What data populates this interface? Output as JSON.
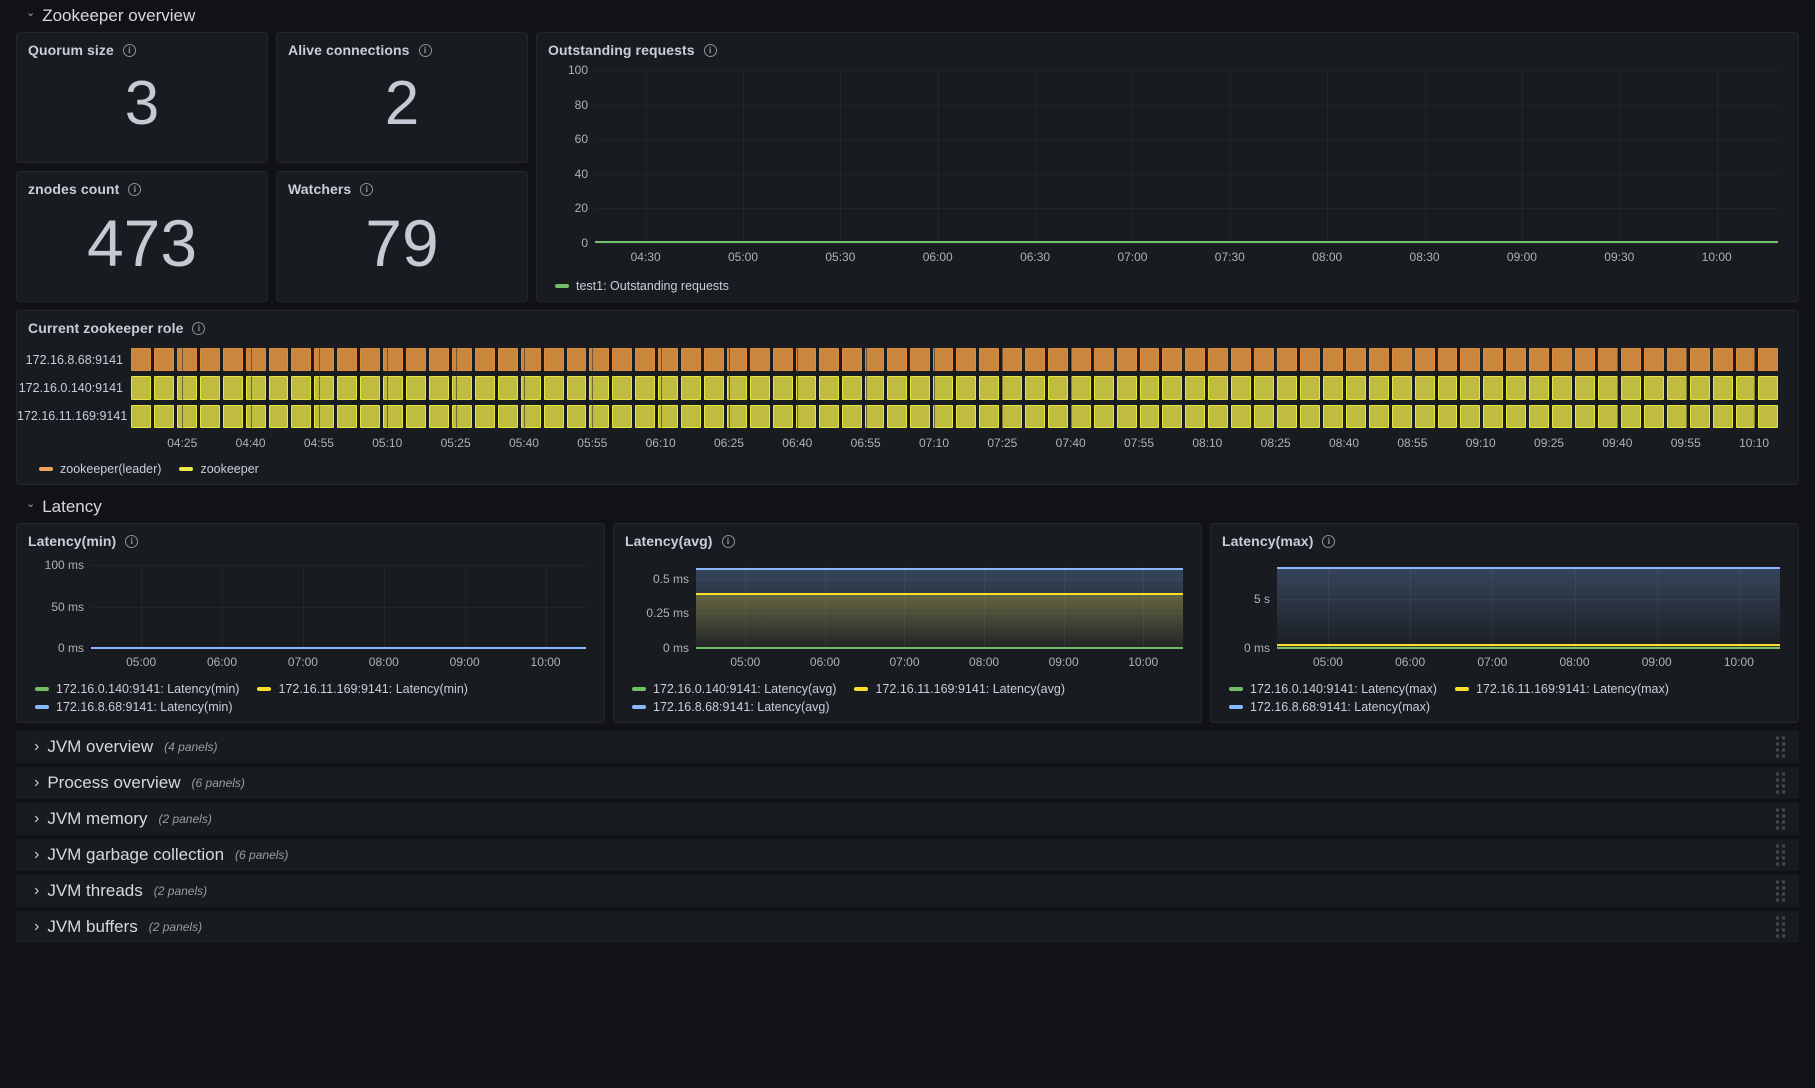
{
  "sections": {
    "zookeeper_overview": {
      "title": "Zookeeper overview",
      "caret": "chevron-down-icon"
    },
    "latency": {
      "title": "Latency",
      "caret": "chevron-down-icon"
    }
  },
  "stats": [
    {
      "title": "Quorum size",
      "value": "3"
    },
    {
      "title": "Alive connections",
      "value": "2"
    },
    {
      "title": "znodes count",
      "value": "473"
    },
    {
      "title": "Watchers",
      "value": "79"
    }
  ],
  "outstanding_requests": {
    "title": "Outstanding requests",
    "legend": [
      {
        "label": "test1: Outstanding requests",
        "color": "#73bf69"
      }
    ]
  },
  "zookeeper_role": {
    "title": "Current zookeeper role",
    "rows": [
      {
        "label": "172.16.8.68:9141",
        "state": "zookeeper(leader)",
        "color": "#c8873c"
      },
      {
        "label": "172.16.0.140:9141",
        "state": "zookeeper",
        "color": "#c0bc3f"
      },
      {
        "label": "172.16.11.169:9141",
        "state": "zookeeper",
        "color": "#c0bc3f"
      }
    ],
    "legend": [
      {
        "label": "zookeeper(leader)",
        "color": "#f2a35c"
      },
      {
        "label": "zookeeper",
        "color": "#eeea4a"
      }
    ],
    "xticks": [
      "04:25",
      "04:40",
      "04:55",
      "05:10",
      "05:25",
      "05:40",
      "05:55",
      "06:10",
      "06:25",
      "06:40",
      "06:55",
      "07:10",
      "07:25",
      "07:40",
      "07:55",
      "08:10",
      "08:25",
      "08:40",
      "08:55",
      "09:10",
      "09:25",
      "09:40",
      "09:55",
      "10:10"
    ]
  },
  "latency_panels": [
    {
      "title": "Latency(min)",
      "legend": [
        {
          "label": "172.16.0.140:9141: Latency(min)",
          "color": "#73bf69"
        },
        {
          "label": "172.16.11.169:9141: Latency(min)",
          "color": "#fade2a"
        },
        {
          "label": "172.16.8.68:9141: Latency(min)",
          "color": "#8ab8ff"
        }
      ]
    },
    {
      "title": "Latency(avg)",
      "legend": [
        {
          "label": "172.16.0.140:9141: Latency(avg)",
          "color": "#73bf69"
        },
        {
          "label": "172.16.11.169:9141: Latency(avg)",
          "color": "#fade2a"
        },
        {
          "label": "172.16.8.68:9141: Latency(avg)",
          "color": "#8ab8ff"
        }
      ]
    },
    {
      "title": "Latency(max)",
      "legend": [
        {
          "label": "172.16.0.140:9141: Latency(max)",
          "color": "#73bf69"
        },
        {
          "label": "172.16.11.169:9141: Latency(max)",
          "color": "#fade2a"
        },
        {
          "label": "172.16.8.68:9141: Latency(max)",
          "color": "#8ab8ff"
        }
      ]
    }
  ],
  "collapsed_rows": [
    {
      "title": "JVM overview",
      "count": "(4 panels)"
    },
    {
      "title": "Process overview",
      "count": "(6 panels)"
    },
    {
      "title": "JVM memory",
      "count": "(2 panels)"
    },
    {
      "title": "JVM garbage collection",
      "count": "(6 panels)"
    },
    {
      "title": "JVM threads",
      "count": "(2 panels)"
    },
    {
      "title": "JVM buffers",
      "count": "(2 panels)"
    }
  ],
  "chart_data": [
    {
      "type": "line",
      "title": "Outstanding requests",
      "xlabel": "",
      "ylabel": "",
      "ylim": [
        0,
        100
      ],
      "yticks": [
        0,
        20,
        40,
        60,
        80,
        100
      ],
      "xticks": [
        "04:30",
        "05:00",
        "05:30",
        "06:00",
        "06:30",
        "07:00",
        "07:30",
        "08:00",
        "08:30",
        "09:00",
        "09:30",
        "10:00"
      ],
      "grid": true,
      "legend_position": "bottom",
      "series": [
        {
          "name": "test1: Outstanding requests",
          "color": "#73bf69",
          "constant_value": 0
        }
      ]
    },
    {
      "type": "heatmap",
      "title": "Current zookeeper role",
      "categories": [
        "172.16.8.68:9141",
        "172.16.0.140:9141",
        "172.16.11.169:9141"
      ],
      "states": [
        "zookeeper(leader)",
        "zookeeper",
        "zookeeper"
      ],
      "xticks": [
        "04:25",
        "04:40",
        "04:55",
        "05:10",
        "05:25",
        "05:40",
        "05:55",
        "06:10",
        "06:25",
        "06:40",
        "06:55",
        "07:10",
        "07:25",
        "07:40",
        "07:55",
        "08:10",
        "08:25",
        "08:40",
        "08:55",
        "09:10",
        "09:25",
        "09:40",
        "09:55",
        "10:10"
      ],
      "legend_position": "bottom"
    },
    {
      "type": "line",
      "title": "Latency(min)",
      "ylim": [
        0,
        100
      ],
      "yticks": [
        "0 ms",
        "50 ms",
        "100 ms"
      ],
      "ytick_values": [
        0,
        50,
        100
      ],
      "xticks": [
        "05:00",
        "06:00",
        "07:00",
        "08:00",
        "09:00",
        "10:00"
      ],
      "grid": true,
      "legend_position": "bottom",
      "series": [
        {
          "name": "172.16.0.140:9141: Latency(min)",
          "color": "#73bf69",
          "constant_value": 0
        },
        {
          "name": "172.16.11.169:9141: Latency(min)",
          "color": "#fade2a",
          "constant_value": 0
        },
        {
          "name": "172.16.8.68:9141: Latency(min)",
          "color": "#8ab8ff",
          "constant_value": 0
        }
      ]
    },
    {
      "type": "area",
      "title": "Latency(avg)",
      "ylim": [
        0,
        0.6
      ],
      "yticks": [
        "0 ms",
        "0.25 ms",
        "0.5 ms"
      ],
      "ytick_values": [
        0,
        0.25,
        0.5
      ],
      "xticks": [
        "05:00",
        "06:00",
        "07:00",
        "08:00",
        "09:00",
        "10:00"
      ],
      "grid": true,
      "legend_position": "bottom",
      "series": [
        {
          "name": "172.16.0.140:9141: Latency(avg)",
          "color": "#73bf69",
          "constant_value": 0
        },
        {
          "name": "172.16.11.169:9141: Latency(avg)",
          "color": "#fade2a",
          "constant_value": 0.39
        },
        {
          "name": "172.16.8.68:9141: Latency(avg)",
          "color": "#8ab8ff",
          "constant_value": 0.57
        }
      ]
    },
    {
      "type": "area",
      "title": "Latency(max)",
      "ylim": [
        0,
        8.5
      ],
      "yticks": [
        "0 ms",
        "5 s"
      ],
      "ytick_values": [
        0,
        5
      ],
      "xticks": [
        "05:00",
        "06:00",
        "07:00",
        "08:00",
        "09:00",
        "10:00"
      ],
      "grid": true,
      "legend_position": "bottom",
      "series": [
        {
          "name": "172.16.0.140:9141: Latency(max)",
          "color": "#73bf69",
          "constant_value": 0
        },
        {
          "name": "172.16.11.169:9141: Latency(max)",
          "color": "#fade2a",
          "constant_value": 0.35
        },
        {
          "name": "172.16.8.68:9141: Latency(max)",
          "color": "#8ab8ff",
          "constant_value": 8.2
        }
      ]
    }
  ]
}
